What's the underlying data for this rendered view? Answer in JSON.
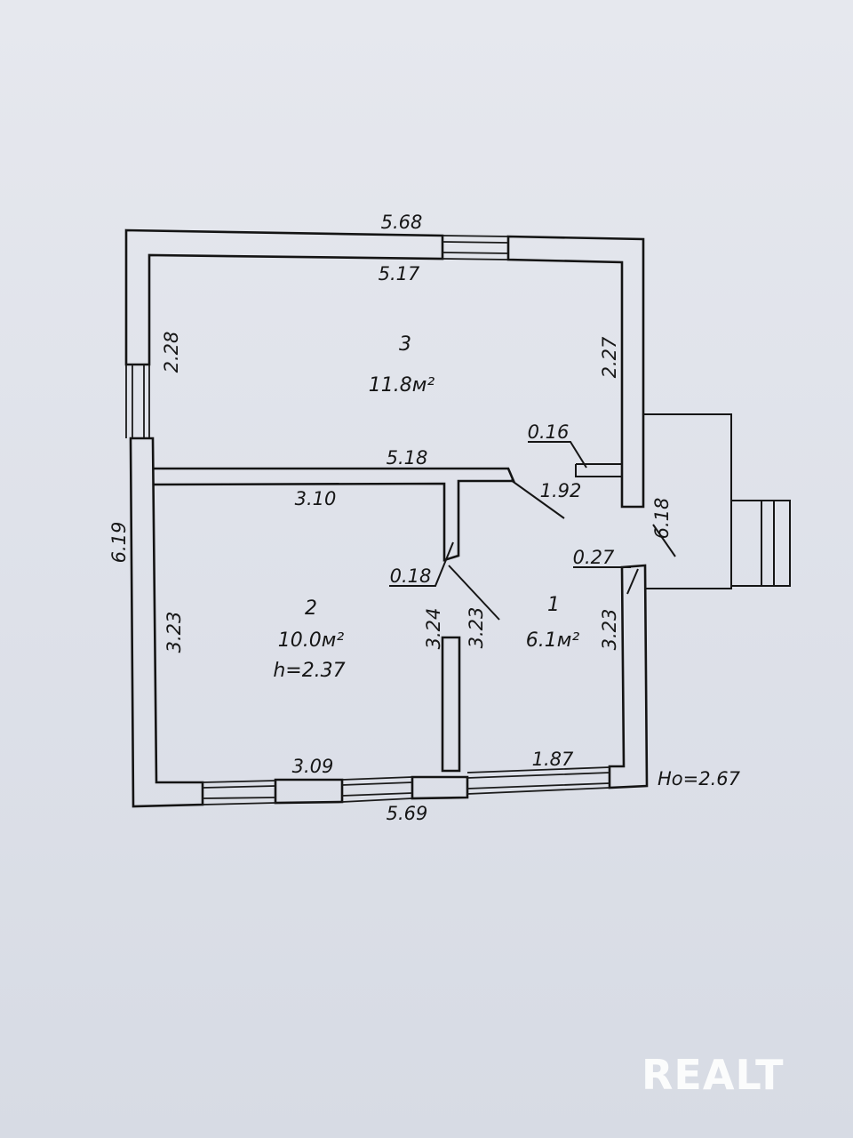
{
  "plan": {
    "rooms": [
      {
        "number": "3",
        "area": "11.8м²"
      },
      {
        "number": "2",
        "area": "10.0м²",
        "height": "h=2.37"
      },
      {
        "number": "1",
        "area": "6.1м²"
      }
    ],
    "dimensions": {
      "top_outer": "5.68",
      "top_inner": "5.17",
      "left_upper": "2.28",
      "right_upper": "2.27",
      "partition_top": "5.18",
      "partition_bottom": "3.10",
      "small_016": "0.16",
      "door_192": "1.92",
      "right_618": "6.18",
      "left_outer": "6.19",
      "left_inner": "3.23",
      "small_018": "0.18",
      "mid_324": "3.24",
      "mid_323": "3.23",
      "small_027": "0.27",
      "right_lower": "3.23",
      "bottom_309": "3.09",
      "bottom_187": "1.87",
      "bottom_outer": "5.69",
      "ho": "Ho=2.67"
    }
  },
  "watermark": {
    "text": "REALT"
  }
}
